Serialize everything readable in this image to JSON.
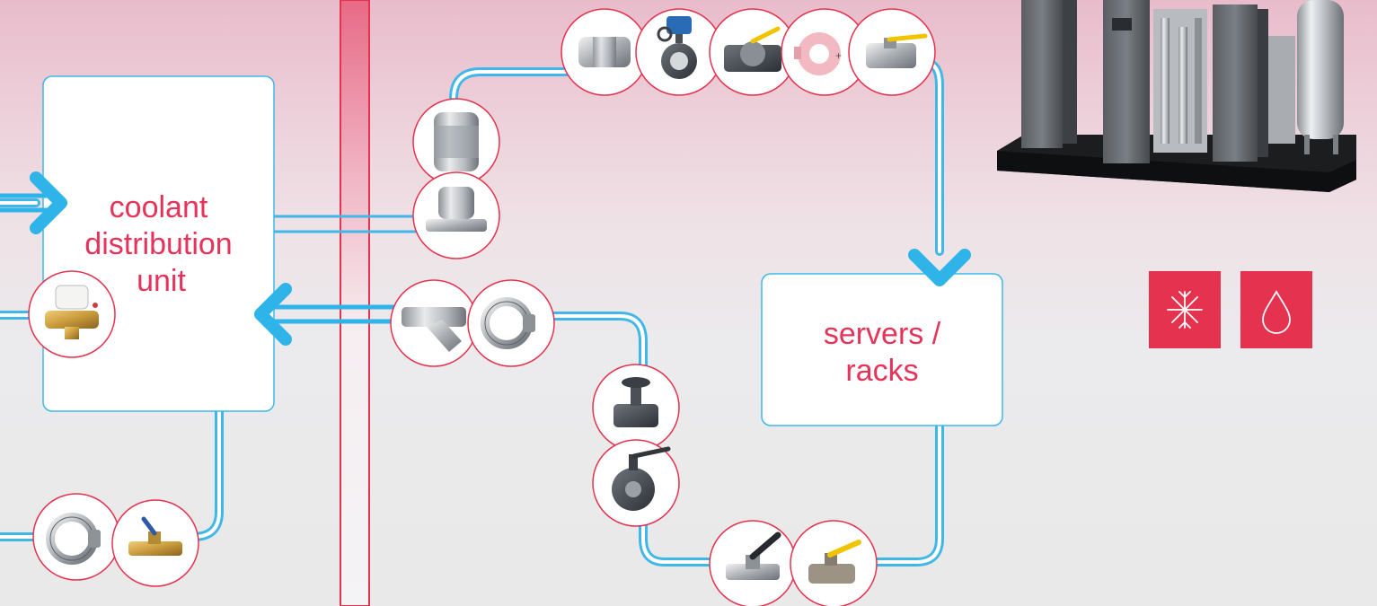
{
  "boxes": {
    "cdu": {
      "label_lines": [
        "coolant",
        "distribution",
        "unit"
      ]
    },
    "servers": {
      "label_lines": [
        "servers /",
        "racks"
      ]
    }
  },
  "colors": {
    "accent_red": "#e5334f",
    "pipe_blue": "#3fb8e8",
    "arrow_blue": "#2eb4e8",
    "label_pink": "#e5335a"
  },
  "icons": {
    "tiles": [
      "snowflake-icon",
      "water-drop-icon"
    ],
    "components": [
      "press-fit-coupling-icon",
      "motorized-butterfly-valve-icon",
      "flanged-ball-valve-icon",
      "wafer-ring-icon",
      "three-piece-ball-valve-icon",
      "check-valve-icon",
      "press-flange-adapter-icon",
      "balancing-valve-icon",
      "y-strainer-icon",
      "grooved-coupling-icon",
      "globe-valve-icon",
      "lug-butterfly-valve-icon",
      "ball-valve-icon",
      "compact-ball-valve-icon",
      "press-ball-valve-icon"
    ],
    "equipment": "cooling-plant-icon"
  }
}
